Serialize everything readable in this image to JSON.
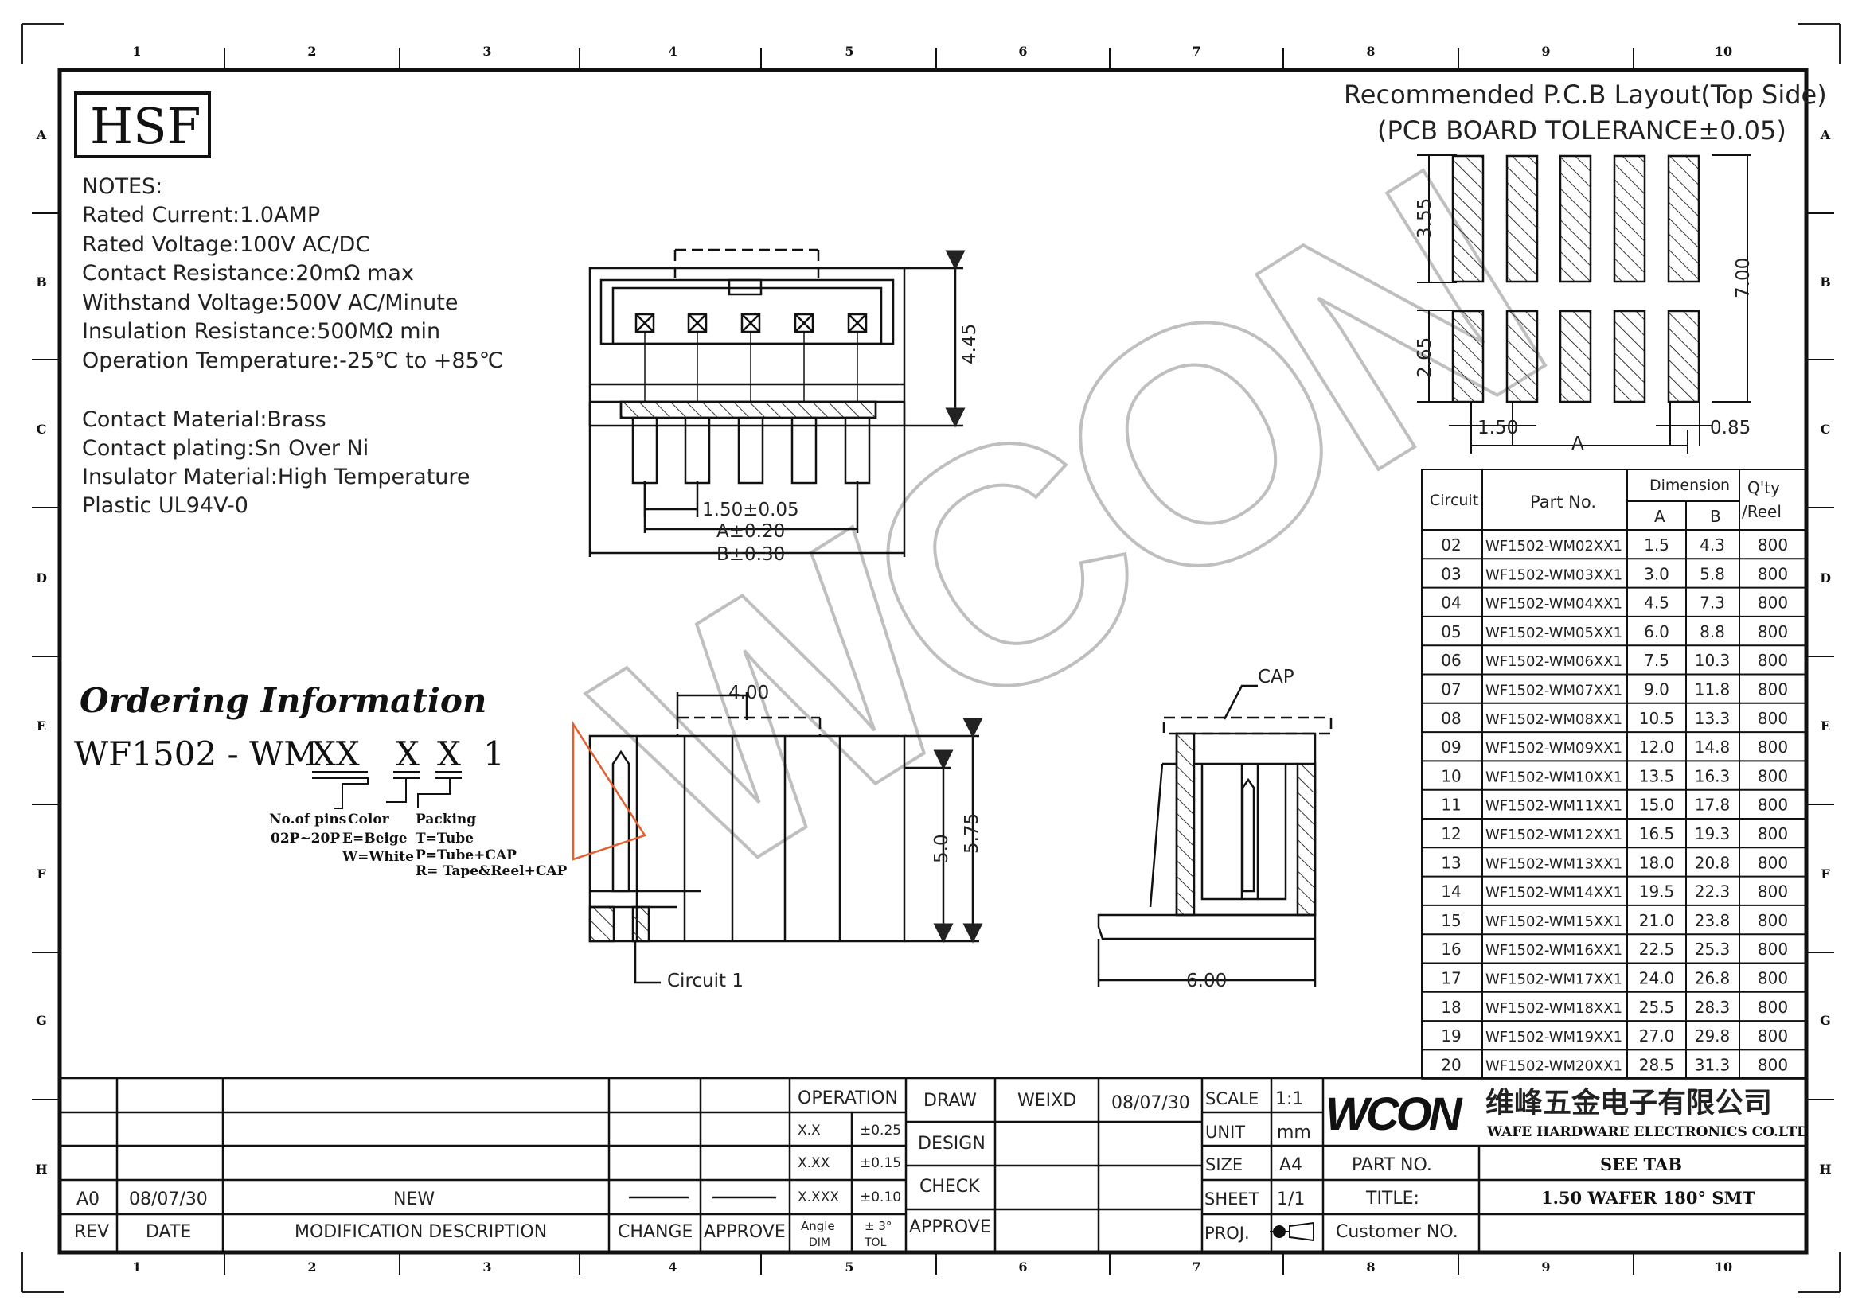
{
  "border": {
    "columns": [
      "1",
      "2",
      "3",
      "4",
      "5",
      "6",
      "7",
      "8",
      "9",
      "10"
    ],
    "rows": [
      "A",
      "B",
      "C",
      "D",
      "E",
      "F",
      "G",
      "H"
    ]
  },
  "hsf_label": "HSF",
  "notes": {
    "title": "NOTES:",
    "lines": [
      "Rated  Current:1.0AMP",
      "Rated  Voltage:100V  AC/DC",
      "Contact  Resistance:20mΩ  max",
      "Withstand  Voltage:500V  AC/Minute",
      "Insulation  Resistance:500MΩ  min",
      "Operation  Temperature:-25℃  to  +85℃",
      "Contact  Material:Brass",
      "Contact  plating:Sn  Over  Ni",
      "Insulator  Material:High  Temperature",
      "Plastic  UL94V-0"
    ]
  },
  "ordering": {
    "title": "Ordering Information",
    "prefix": "WF1502 - WM",
    "code_pins": "XX",
    "code_color": "X",
    "code_pack": "X",
    "suffix": "1",
    "pins_label": "No.of pins",
    "pins_range": "02P~20P",
    "color_label": "Color",
    "color_beige": "E=Beige",
    "color_white": "W=White",
    "pack_label": "Packing",
    "pack_tube": "T=Tube",
    "pack_tubecap": "P=Tube+CAP",
    "pack_reel": "R= Tape&Reel+CAP"
  },
  "front_view": {
    "dim_height": "4.45",
    "dim_pitch": "1.50±0.05",
    "dim_a": "A±0.20",
    "dim_b": "B±0.30"
  },
  "bottom_view": {
    "dim_width": "4.00",
    "dim_5": "5.0",
    "dim_575": "5.75",
    "circuit_label": "Circuit  1"
  },
  "side_view": {
    "cap_label": "CAP",
    "dim_width": "6.00"
  },
  "pcb_layout": {
    "title": "Recommended  P.C.B  Layout(Top  Side)",
    "subtitle": "(PCB  BOARD  TOLERANCE±0.05)",
    "dim_355": "3.55",
    "dim_265": "2.65",
    "dim_700": "7.00",
    "dim_150": "1.50",
    "dim_085": "0.85",
    "dim_a": "A"
  },
  "table": {
    "header_circuit": "Circuit",
    "header_part": "Part  No.",
    "header_dimension": "Dimension",
    "header_a": "A",
    "header_b": "B",
    "header_qty1": "Q'ty",
    "header_qty2": "/Reel",
    "rows": [
      {
        "circuit": "02",
        "part": "WF1502-WM02XX1",
        "a": "1.5",
        "b": "4.3",
        "qty": "800"
      },
      {
        "circuit": "03",
        "part": "WF1502-WM03XX1",
        "a": "3.0",
        "b": "5.8",
        "qty": "800"
      },
      {
        "circuit": "04",
        "part": "WF1502-WM04XX1",
        "a": "4.5",
        "b": "7.3",
        "qty": "800"
      },
      {
        "circuit": "05",
        "part": "WF1502-WM05XX1",
        "a": "6.0",
        "b": "8.8",
        "qty": "800"
      },
      {
        "circuit": "06",
        "part": "WF1502-WM06XX1",
        "a": "7.5",
        "b": "10.3",
        "qty": "800"
      },
      {
        "circuit": "07",
        "part": "WF1502-WM07XX1",
        "a": "9.0",
        "b": "11.8",
        "qty": "800"
      },
      {
        "circuit": "08",
        "part": "WF1502-WM08XX1",
        "a": "10.5",
        "b": "13.3",
        "qty": "800"
      },
      {
        "circuit": "09",
        "part": "WF1502-WM09XX1",
        "a": "12.0",
        "b": "14.8",
        "qty": "800"
      },
      {
        "circuit": "10",
        "part": "WF1502-WM10XX1",
        "a": "13.5",
        "b": "16.3",
        "qty": "800"
      },
      {
        "circuit": "11",
        "part": "WF1502-WM11XX1",
        "a": "15.0",
        "b": "17.8",
        "qty": "800"
      },
      {
        "circuit": "12",
        "part": "WF1502-WM12XX1",
        "a": "16.5",
        "b": "19.3",
        "qty": "800"
      },
      {
        "circuit": "13",
        "part": "WF1502-WM13XX1",
        "a": "18.0",
        "b": "20.8",
        "qty": "800"
      },
      {
        "circuit": "14",
        "part": "WF1502-WM14XX1",
        "a": "19.5",
        "b": "22.3",
        "qty": "800"
      },
      {
        "circuit": "15",
        "part": "WF1502-WM15XX1",
        "a": "21.0",
        "b": "23.8",
        "qty": "800"
      },
      {
        "circuit": "16",
        "part": "WF1502-WM16XX1",
        "a": "22.5",
        "b": "25.3",
        "qty": "800"
      },
      {
        "circuit": "17",
        "part": "WF1502-WM17XX1",
        "a": "24.0",
        "b": "26.8",
        "qty": "800"
      },
      {
        "circuit": "18",
        "part": "WF1502-WM18XX1",
        "a": "25.5",
        "b": "28.3",
        "qty": "800"
      },
      {
        "circuit": "19",
        "part": "WF1502-WM19XX1",
        "a": "27.0",
        "b": "29.8",
        "qty": "800"
      },
      {
        "circuit": "20",
        "part": "WF1502-WM20XX1",
        "a": "28.5",
        "b": "31.3",
        "qty": "800"
      }
    ]
  },
  "watermark": "WCON",
  "title_block": {
    "rev_value": "A0",
    "date_value": "08/07/30",
    "mod_value": "NEW",
    "rev_label": "REV",
    "date_label": "DATE",
    "mod_label": "MODIFICATION  DESCRIPTION",
    "change_label": "CHANGE",
    "approve_label": "APPROVE",
    "operation": "OPERATION",
    "tol_x": "X.X",
    "tol_x_val": "±0.25",
    "tol_xx": "X.XX",
    "tol_xx_val": "±0.15",
    "tol_xxx": "X.XXX",
    "tol_xxx_val": "±0.10",
    "angle": "Angle",
    "angle_val": "± 3°",
    "dim_label": "DIM",
    "tol_label": "TOL",
    "draw": "DRAW",
    "drawer": "WEIXD",
    "draw_date": "08/07/30",
    "design": "DESIGN",
    "check": "CHECK",
    "approve2": "APPROVE",
    "scale": "SCALE",
    "scale_val": "1:1",
    "unit": "UNIT",
    "unit_val": "mm",
    "size": "SIZE",
    "size_val": "A4",
    "sheet": "SHEET",
    "sheet_val": "1/1",
    "proj": "PROJ.",
    "company_logo": "WCON",
    "company_cn": "维峰五金电子有限公司",
    "company_en": "WAFE HARDWARE ELECTRONICS CO.LTD",
    "part_no_label": "PART  NO.",
    "part_no_val": "SEE  TAB",
    "title_label": "TITLE:",
    "title_val": "1.50  WAFER  180°  SMT",
    "customer_label": "Customer  NO."
  }
}
